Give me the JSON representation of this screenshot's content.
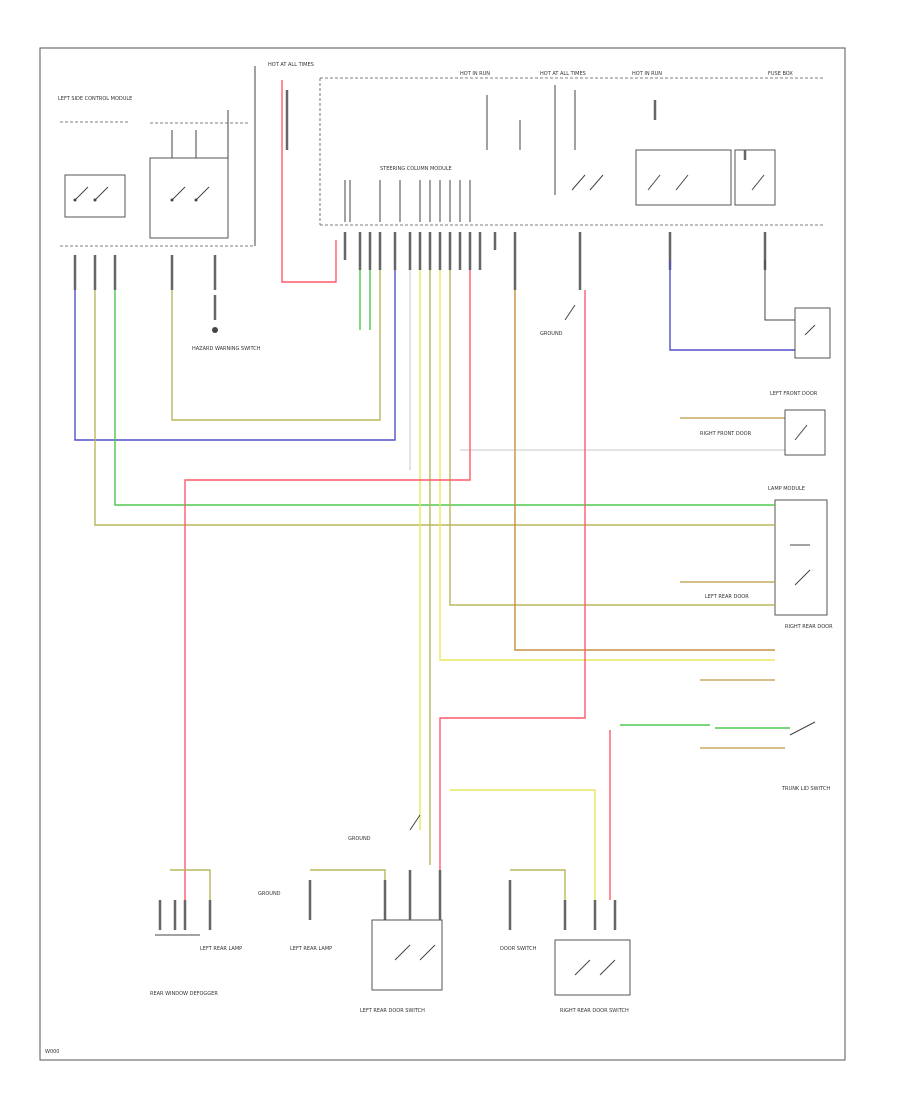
{
  "diagram": {
    "footer_code": "W000",
    "modules": [
      {
        "id": "column_module",
        "label": "STEERING COLUMN MODULE"
      },
      {
        "id": "hazard_switch",
        "label": "HAZARD WARNING SWITCH"
      },
      {
        "id": "door_switch",
        "label": "DOOR SWITCH"
      },
      {
        "id": "trunk_lid_switch",
        "label": "TRUNK LID SWITCH"
      },
      {
        "id": "lamp_module",
        "label": "LAMP MODULE"
      }
    ],
    "labels": [
      {
        "id": "top_fuse_1",
        "text": "HOT AT ALL TIMES"
      },
      {
        "id": "top_fuse_2",
        "text": "HOT IN RUN"
      },
      {
        "id": "top_fuse_3",
        "text": "HOT AT ALL TIMES"
      },
      {
        "id": "top_fuse_4",
        "text": "HOT IN RUN"
      },
      {
        "id": "top_right",
        "text": "FUSE BOX"
      },
      {
        "id": "left_top",
        "text": "LEFT SIDE CONTROL MODULE"
      },
      {
        "id": "center_ground",
        "text": "GROUND"
      },
      {
        "id": "right_mid_1",
        "text": "LEFT FRONT DOOR"
      },
      {
        "id": "right_mid_2",
        "text": "RIGHT FRONT DOOR"
      },
      {
        "id": "right_mid_3",
        "text": "LEFT REAR DOOR"
      },
      {
        "id": "right_mid_4",
        "text": "RIGHT REAR DOOR"
      },
      {
        "id": "bottom_left_1",
        "text": "REAR WINDOW DEFOGGER"
      },
      {
        "id": "bottom_left_2",
        "text": "LEFT REAR LAMP"
      },
      {
        "id": "bottom_mid_1",
        "text": "LEFT REAR DOOR SWITCH"
      },
      {
        "id": "bottom_mid_2",
        "text": "LEFT REAR LAMP"
      },
      {
        "id": "bottom_right_1",
        "text": "RIGHT REAR DOOR SWITCH"
      },
      {
        "id": "ground_2",
        "text": "GROUND"
      },
      {
        "id": "ground_3",
        "text": "GROUND"
      }
    ]
  }
}
